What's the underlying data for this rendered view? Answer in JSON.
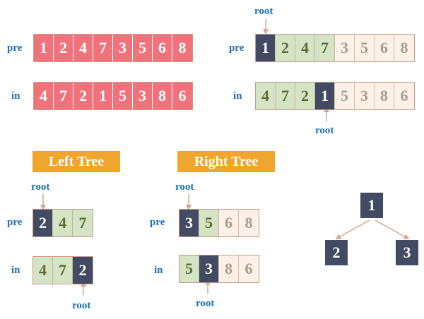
{
  "colors": {
    "label": "#1c6fb5",
    "root_label": "#1c6fb5",
    "arrow": "#d1a795",
    "red": "#f2727c",
    "dark": "#434a63",
    "green": "#d6e4c6",
    "peach": "#fdf0e6",
    "badge": "#f0a62e"
  },
  "labels": {
    "pre": "pre",
    "in": "in",
    "root": "root",
    "left_tree": "Left Tree",
    "right_tree": "Right Tree"
  },
  "panel1": {
    "pre": [
      {
        "v": "1",
        "s": "red"
      },
      {
        "v": "2",
        "s": "red"
      },
      {
        "v": "4",
        "s": "red"
      },
      {
        "v": "7",
        "s": "red"
      },
      {
        "v": "3",
        "s": "red"
      },
      {
        "v": "5",
        "s": "red"
      },
      {
        "v": "6",
        "s": "red"
      },
      {
        "v": "8",
        "s": "red"
      }
    ],
    "in": [
      {
        "v": "4",
        "s": "red"
      },
      {
        "v": "7",
        "s": "red"
      },
      {
        "v": "2",
        "s": "red"
      },
      {
        "v": "1",
        "s": "red"
      },
      {
        "v": "5",
        "s": "red"
      },
      {
        "v": "3",
        "s": "red"
      },
      {
        "v": "8",
        "s": "red"
      },
      {
        "v": "6",
        "s": "red"
      }
    ]
  },
  "panel2": {
    "pre": [
      {
        "v": "1",
        "s": "dark"
      },
      {
        "v": "2",
        "s": "green"
      },
      {
        "v": "4",
        "s": "green"
      },
      {
        "v": "7",
        "s": "green"
      },
      {
        "v": "3",
        "s": "peach"
      },
      {
        "v": "5",
        "s": "peach"
      },
      {
        "v": "6",
        "s": "peach"
      },
      {
        "v": "8",
        "s": "peach"
      }
    ],
    "in": [
      {
        "v": "4",
        "s": "green"
      },
      {
        "v": "7",
        "s": "green"
      },
      {
        "v": "2",
        "s": "green"
      },
      {
        "v": "1",
        "s": "dark"
      },
      {
        "v": "5",
        "s": "peach"
      },
      {
        "v": "3",
        "s": "peach"
      },
      {
        "v": "8",
        "s": "peach"
      },
      {
        "v": "6",
        "s": "peach"
      }
    ]
  },
  "left_tree": {
    "pre": [
      {
        "v": "2",
        "s": "dark"
      },
      {
        "v": "4",
        "s": "green"
      },
      {
        "v": "7",
        "s": "green"
      }
    ],
    "in": [
      {
        "v": "4",
        "s": "green"
      },
      {
        "v": "7",
        "s": "green"
      },
      {
        "v": "2",
        "s": "dark"
      }
    ]
  },
  "right_tree": {
    "pre": [
      {
        "v": "3",
        "s": "dark"
      },
      {
        "v": "5",
        "s": "green"
      },
      {
        "v": "6",
        "s": "peach"
      },
      {
        "v": "8",
        "s": "peach"
      }
    ],
    "in": [
      {
        "v": "5",
        "s": "green"
      },
      {
        "v": "3",
        "s": "dark"
      },
      {
        "v": "8",
        "s": "peach"
      },
      {
        "v": "6",
        "s": "peach"
      }
    ]
  },
  "tree": {
    "root": "1",
    "left": "2",
    "right": "3"
  }
}
